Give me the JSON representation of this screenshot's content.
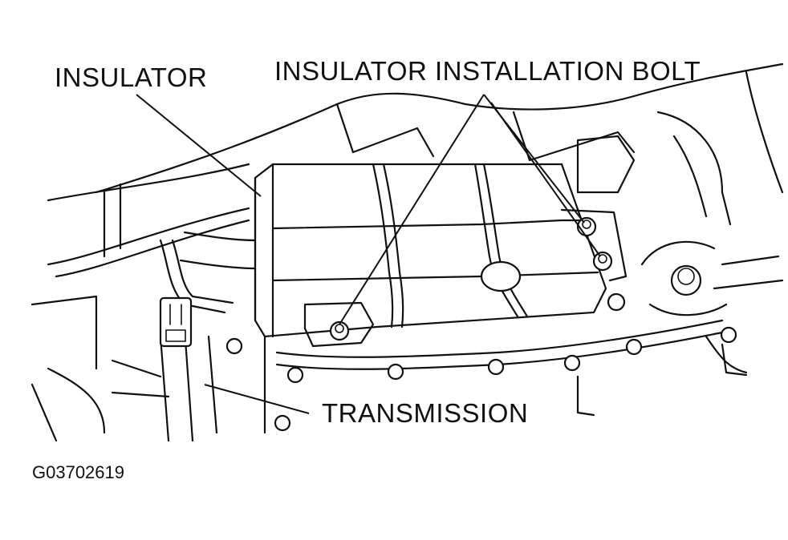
{
  "labels": {
    "insulator": "INSULATOR",
    "insulator_installation_bolt": "INSULATOR INSTALLATION BOLT",
    "transmission": "TRANSMISSION"
  },
  "figure_id": "G03702619",
  "colors": {
    "line": "#111111",
    "background": "#ffffff"
  }
}
